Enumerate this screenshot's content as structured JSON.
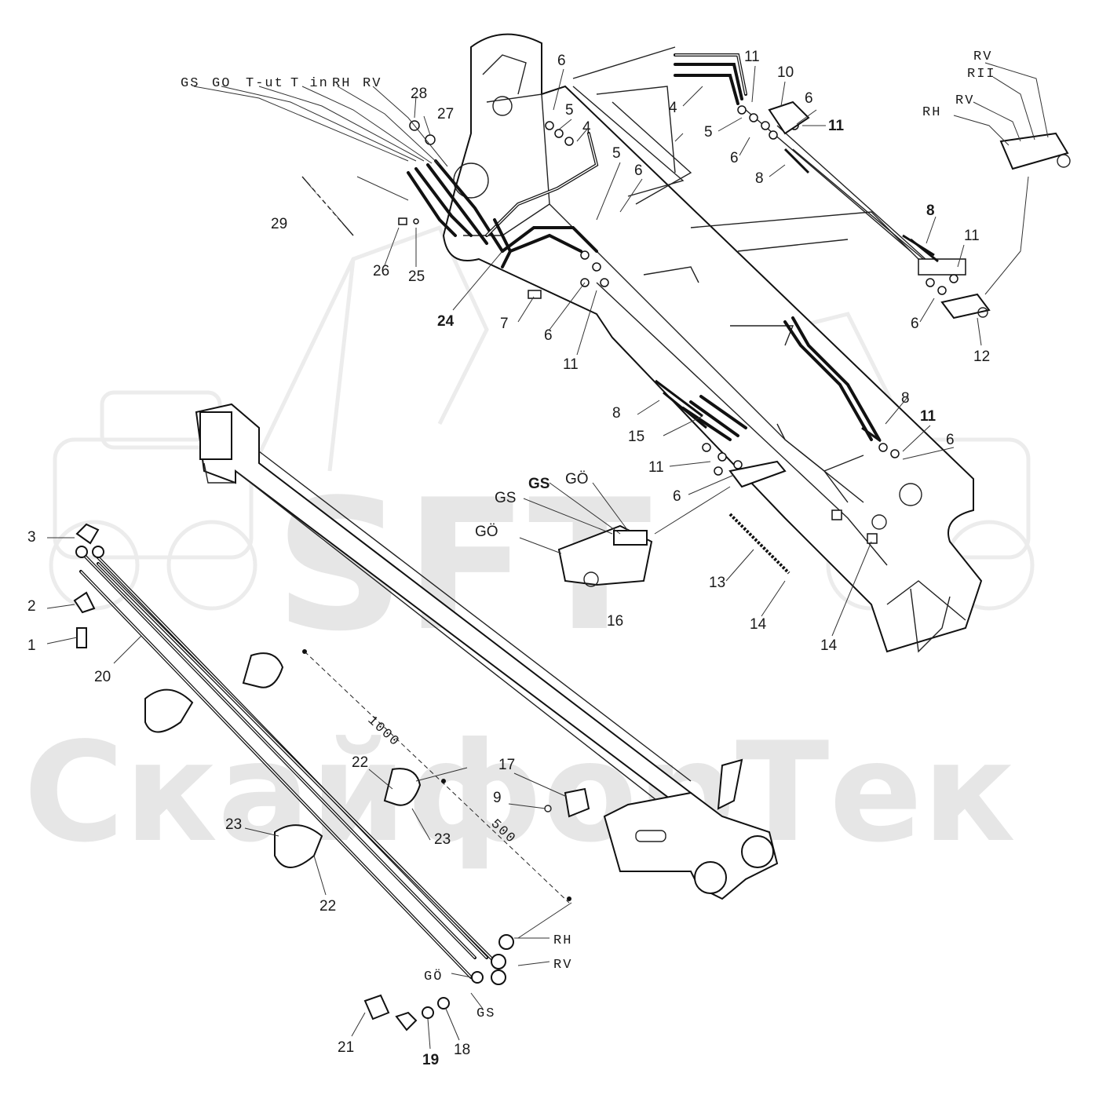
{
  "watermark": {
    "logo": "SFT",
    "brand": "СкайфорТек"
  },
  "port_labels": {
    "top_left": [
      "GS",
      "GO",
      "T-ut",
      "T in",
      "RH",
      "RV"
    ],
    "top_right": [
      "RV",
      "RII",
      "RV",
      "RH"
    ],
    "coupler": [
      "GS",
      "GS",
      "GÖ",
      "GÖ"
    ],
    "hose_ends": [
      "RH",
      "RV",
      "GÖ",
      "GS"
    ]
  },
  "dimensions": [
    "1000",
    "500"
  ],
  "part_numbers": [
    "1",
    "2",
    "3",
    "4",
    "4",
    "5",
    "5",
    "5",
    "6",
    "6",
    "6",
    "6",
    "6",
    "6",
    "6",
    "6",
    "7",
    "8",
    "8",
    "8",
    "8",
    "9",
    "10",
    "11",
    "11",
    "11",
    "11",
    "11",
    "11",
    "12",
    "13",
    "14",
    "14",
    "15",
    "16",
    "17",
    "18",
    "19",
    "20",
    "21",
    "22",
    "22",
    "23",
    "23",
    "24",
    "25",
    "26",
    "27",
    "28",
    "29"
  ],
  "colors": {
    "ink": "#111111",
    "watermark": "#e6e6e6",
    "background": "#ffffff"
  }
}
